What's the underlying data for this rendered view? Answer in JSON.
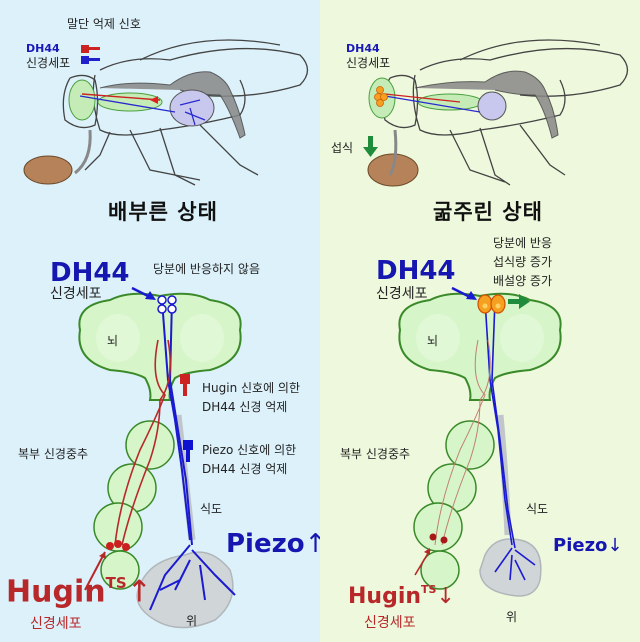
{
  "colors": {
    "left_bg": "#dcf1fa",
    "right_bg": "#eef8dc",
    "dh44_blue": "#1616b0",
    "hugin_red": "#b8282a",
    "brain_fill": "#d6f5c8",
    "brain_stroke": "#3a8a2a",
    "food_brown": "#b5825a",
    "gut_gray": "#d0d5d8",
    "green_arrow": "#1e8c3a"
  },
  "left_panel": {
    "fly": {
      "signal_title": "말단 억제 신호",
      "dh44_label": "DH44",
      "neuron_label": "신경세포"
    },
    "state_title": "배부른 상태",
    "diagram": {
      "dh44_label": "DH44",
      "neuron_label": "신경세포",
      "response_text": "당분에 반응하지 않음",
      "brain_label": "뇌",
      "hugin_inhibit_line1": "Hugin 신호에 의한",
      "hugin_inhibit_line2": "DH44 신경 억제",
      "vnc_label": "복부 신경중추",
      "piezo_inhibit_line1": "Piezo 신호에 의한",
      "piezo_inhibit_line2": "DH44 신경 억제",
      "esophagus_label": "식도",
      "piezo_label": "Piezo",
      "piezo_arrow": "↑",
      "hugin_label": "Hugin",
      "hugin_sup": "TS",
      "hugin_arrow": "↑",
      "hugin_neuron_label": "신경세포",
      "stomach_label": "위"
    }
  },
  "right_panel": {
    "fly": {
      "dh44_label": "DH44",
      "neuron_label": "신경세포",
      "feeding_label": "섭식"
    },
    "state_title": "굶주린 상태",
    "diagram": {
      "dh44_label": "DH44",
      "neuron_label": "신경세포",
      "response_line1": "당분에 반응",
      "response_line2": "섭식량 증가",
      "response_line3": "배설양 증가",
      "brain_label": "뇌",
      "vnc_label": "복부 신경중추",
      "esophagus_label": "식도",
      "piezo_label": "Piezo",
      "piezo_arrow": "↓",
      "hugin_label": "Hugin",
      "hugin_sup": "TS",
      "hugin_arrow": "↓",
      "hugin_neuron_label": "신경세포",
      "stomach_label": "위"
    }
  }
}
